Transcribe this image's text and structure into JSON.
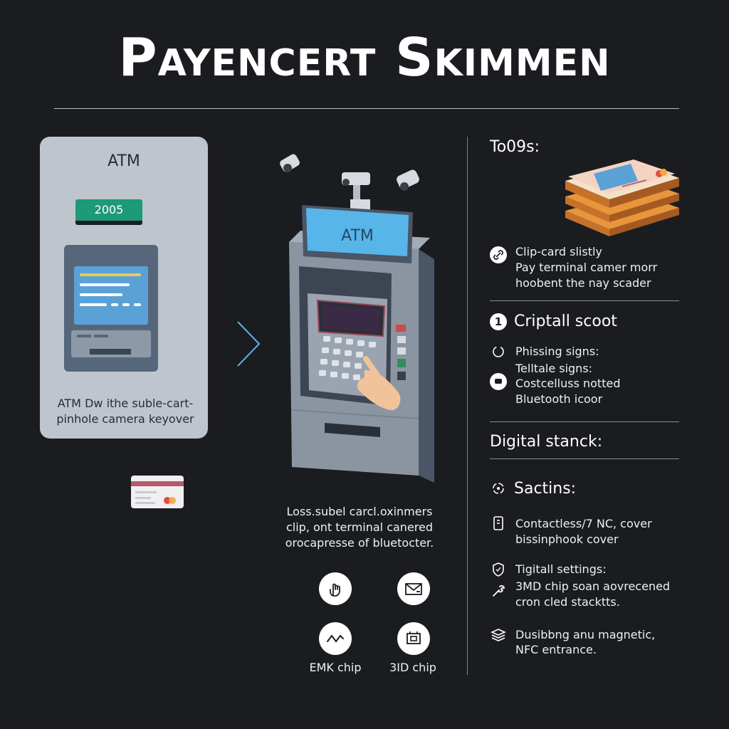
{
  "title": "Payencert Skimmen",
  "left_card": {
    "atm_label": "ATM",
    "badge": "2005",
    "caption_line1": "ATM Dw ithe suble-cart-",
    "caption_line2": "pinhole camera keyover"
  },
  "main_atm": {
    "sign": "ATM"
  },
  "mid_caption": {
    "line1": "Loss.subel carcl.oxinmers",
    "line2": "clip, ont terminal canered",
    "line3": "orocapresse of bluetocter."
  },
  "mid_icons": {
    "emk_label": "EMK chip",
    "chip_3d_label": "3ID chip"
  },
  "right": {
    "tools_heading": "To09s:",
    "tools_line1": "Clip-card slistly",
    "tools_line2": "Pay terminal camer morr",
    "tools_line3": "hoobent the nay scader",
    "critical_heading": "Criptall scoot",
    "critical_number": "1",
    "signs_line1": "Phissing signs:",
    "signs_line2": "Telltale signs:",
    "signs_line3": "Costcelluss notted",
    "signs_line4": "Bluetooth icoor",
    "digital_heading": "Digital stanck:",
    "sactins_heading": "Sactins:",
    "contactless_line1": "Contactless/7 NC, cover",
    "contactless_line2": "bissinphook cover",
    "tigital_line1": "Tigitall settings:",
    "tigital_line2": "3MD chip soan aovrecened",
    "tigital_line3": "cron cled stacktts.",
    "dusib_line1": "Dusibbng anu magnetic,",
    "dusib_line2": "NFC entrance."
  },
  "colors": {
    "background": "#1b1c20",
    "badge": "#1e9a78",
    "screen_blue": "#5aa2d6",
    "atm_sign": "#57b5ea"
  }
}
